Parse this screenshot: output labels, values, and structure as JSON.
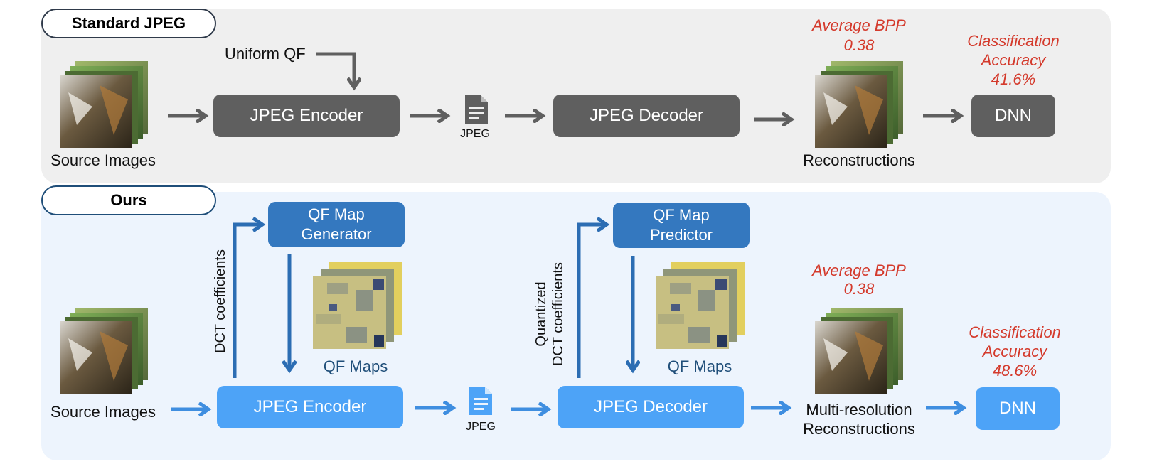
{
  "top": {
    "title": "Standard JPEG",
    "source_label": "Source Images",
    "uniform_qf": "Uniform QF",
    "encoder": "JPEG Encoder",
    "jpeg_label": "JPEG",
    "decoder": "JPEG Decoder",
    "bpp_title": "Average BPP",
    "bpp_value": "0.38",
    "recon_label": "Reconstructions",
    "acc_line1": "Classification",
    "acc_line2": "Accuracy",
    "acc_value": "41.6%",
    "dnn": "DNN"
  },
  "bottom": {
    "title": "Ours",
    "source_label": "Source Images",
    "dct_label": "DCT coefficients",
    "generator_line1": "QF Map",
    "generator_line2": "Generator",
    "qf_maps_1": "QF Maps",
    "encoder": "JPEG Encoder",
    "jpeg_label": "JPEG",
    "quant_line1": "Quantized",
    "quant_line2": "DCT coefficients",
    "predictor_line1": "QF Map",
    "predictor_line2": "Predictor",
    "qf_maps_2": "QF Maps",
    "decoder": "JPEG Decoder",
    "bpp_title": "Average BPP",
    "bpp_value": "0.38",
    "recon_line1": "Multi-resolution",
    "recon_line2": "Reconstructions",
    "acc_line1": "Classification",
    "acc_line2": "Accuracy",
    "acc_value": "48.6%",
    "dnn": "DNN"
  },
  "colors": {
    "gray_box": "#5f5f5f",
    "dark_blue_box": "#3478bf",
    "light_blue_box": "#4da3f7",
    "highlight_red": "#d43a2c",
    "top_panel_bg": "#efefef",
    "bottom_panel_bg": "#edf4fd"
  },
  "icons": [
    "image-stack-icon",
    "document-icon",
    "qf-map-stack-icon",
    "arrow-icon"
  ]
}
